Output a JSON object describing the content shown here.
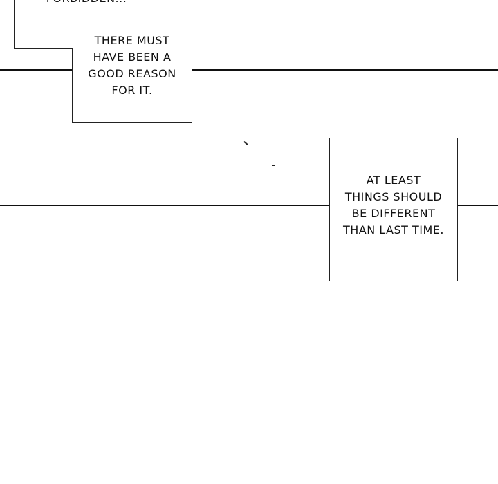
{
  "panel1": {
    "cut_text": "FORBIDDEN...",
    "caption": [
      "THERE MUST",
      "HAVE BEEN A",
      "GOOD REASON",
      "FOR IT."
    ]
  },
  "panel2": {
    "caption": [
      "AT LEAST",
      "THINGS SHOULD",
      "BE DIFFERENT",
      "THAN LAST TIME."
    ]
  }
}
